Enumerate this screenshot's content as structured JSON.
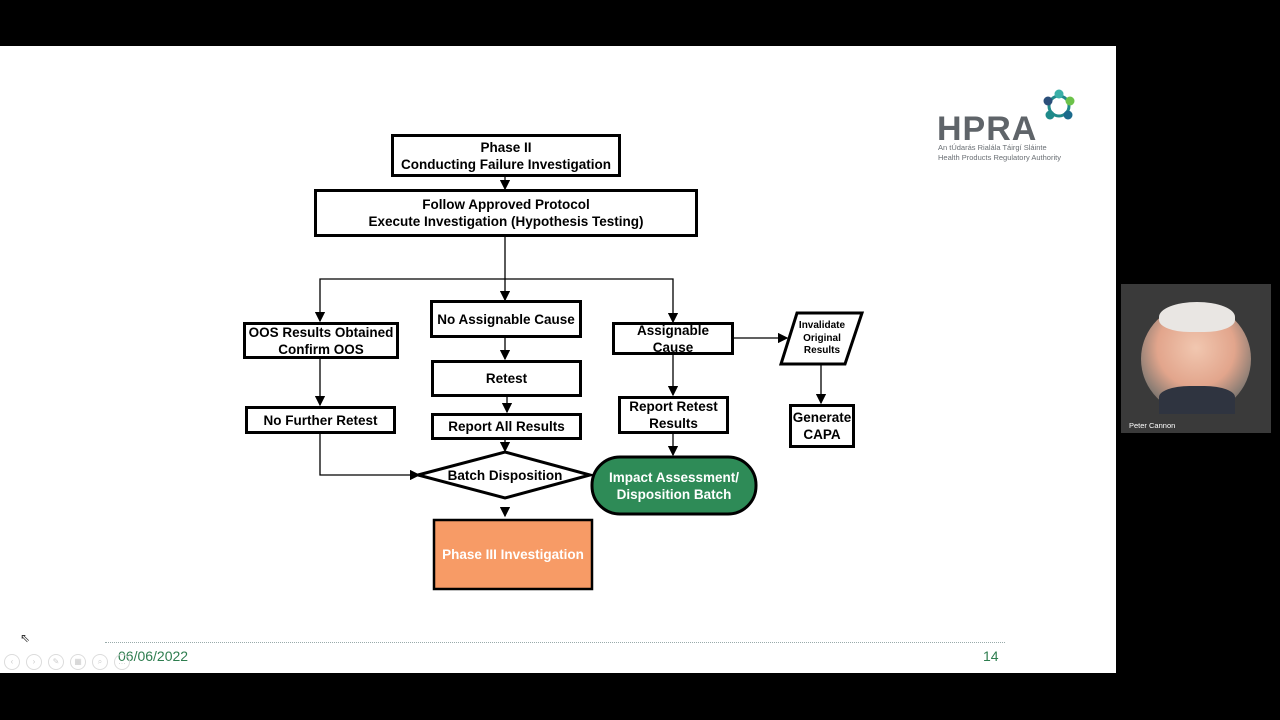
{
  "slide": {
    "flowchart": {
      "phase2": "Phase II\nConducting Failure Investigation",
      "protocol": "Follow Approved Protocol\nExecute Investigation (Hypothesis Testing)",
      "oos_confirm": "OOS Results Obtained\nConfirm OOS",
      "no_assignable": "No Assignable  Cause",
      "assignable": "Assignable Cause",
      "invalidate": "Invalidate\nOriginal\nResults",
      "retest": "Retest",
      "report_all": "Report All Results",
      "no_further": "No Further Retest",
      "report_retest": "Report Retest\nResults",
      "generate_capa": "Generate\nCAPA",
      "batch_disposition": "Batch Disposition",
      "impact_assessment": "Impact Assessment/\nDisposition Batch",
      "phase3": "Phase III Investigation"
    },
    "logo": {
      "name": "HPRA",
      "irish": "An tÚdarás Rialála Táirgí Sláinte",
      "english": "Health Products Regulatory Authority"
    },
    "footer": {
      "date": "06/06/2022",
      "page": "14"
    }
  },
  "video": {
    "name": "Peter Cannon"
  },
  "colors": {
    "green_terminal": "#2e8b57",
    "orange_box": "#f79b66",
    "footer_text": "#2e7d4f"
  }
}
